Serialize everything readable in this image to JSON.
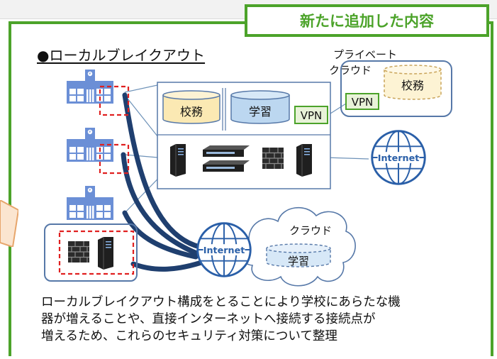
{
  "badge": {
    "label": "新たに追加した内容"
  },
  "heading": {
    "label": "●ローカルブレイクアウト"
  },
  "private_cloud": {
    "line1": "プライベート",
    "line2": "クラウド",
    "db_label": "校務",
    "vpn_label": "VPN"
  },
  "datacenter": {
    "db1_label": "校務",
    "db2_label": "学習",
    "vpn_label": "VPN"
  },
  "internet_label": "Internet",
  "cloud": {
    "label": "クラウド",
    "db_label": "学習"
  },
  "caption": {
    "lines": [
      "ローカルブレイクアウト構成をとることにより学校にあらたな機",
      "器が増えることや、直接インターネットへ接続する接続点が",
      "増えるため、これらのセキュリティ対策について整理"
    ]
  },
  "colors": {
    "frame_green": "#4ca32a",
    "school_blue": "#6b8fd6",
    "db_yellow": "#fbe9b3",
    "db_blue": "#bcd7f0",
    "cable_navy": "#1f3f6f",
    "vpn_green": "#e8f2d8",
    "red_dash": "#e02020"
  },
  "icons": [
    "school-building-icon",
    "firewall-icon",
    "server-icon",
    "switch-icon",
    "database-icon",
    "globe-icon",
    "cloud-icon"
  ]
}
